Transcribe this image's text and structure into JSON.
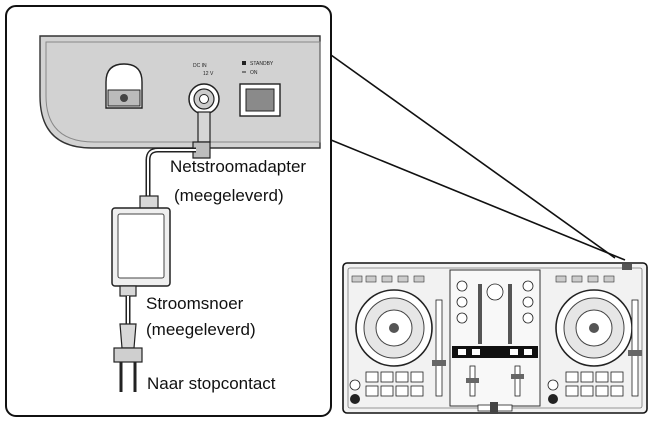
{
  "diagram": {
    "adapter_label_line1": "Netstroomadapter",
    "adapter_label_line2": "(meegeleverd)",
    "cord_label_line1": "Stroomsnoer",
    "cord_label_line2": "(meegeleverd)",
    "outlet_label": "Naar stopcontact",
    "port_label": "DC IN",
    "port_sub_label": "12 V",
    "standby_label": "STANDBY",
    "on_label": "ON"
  }
}
